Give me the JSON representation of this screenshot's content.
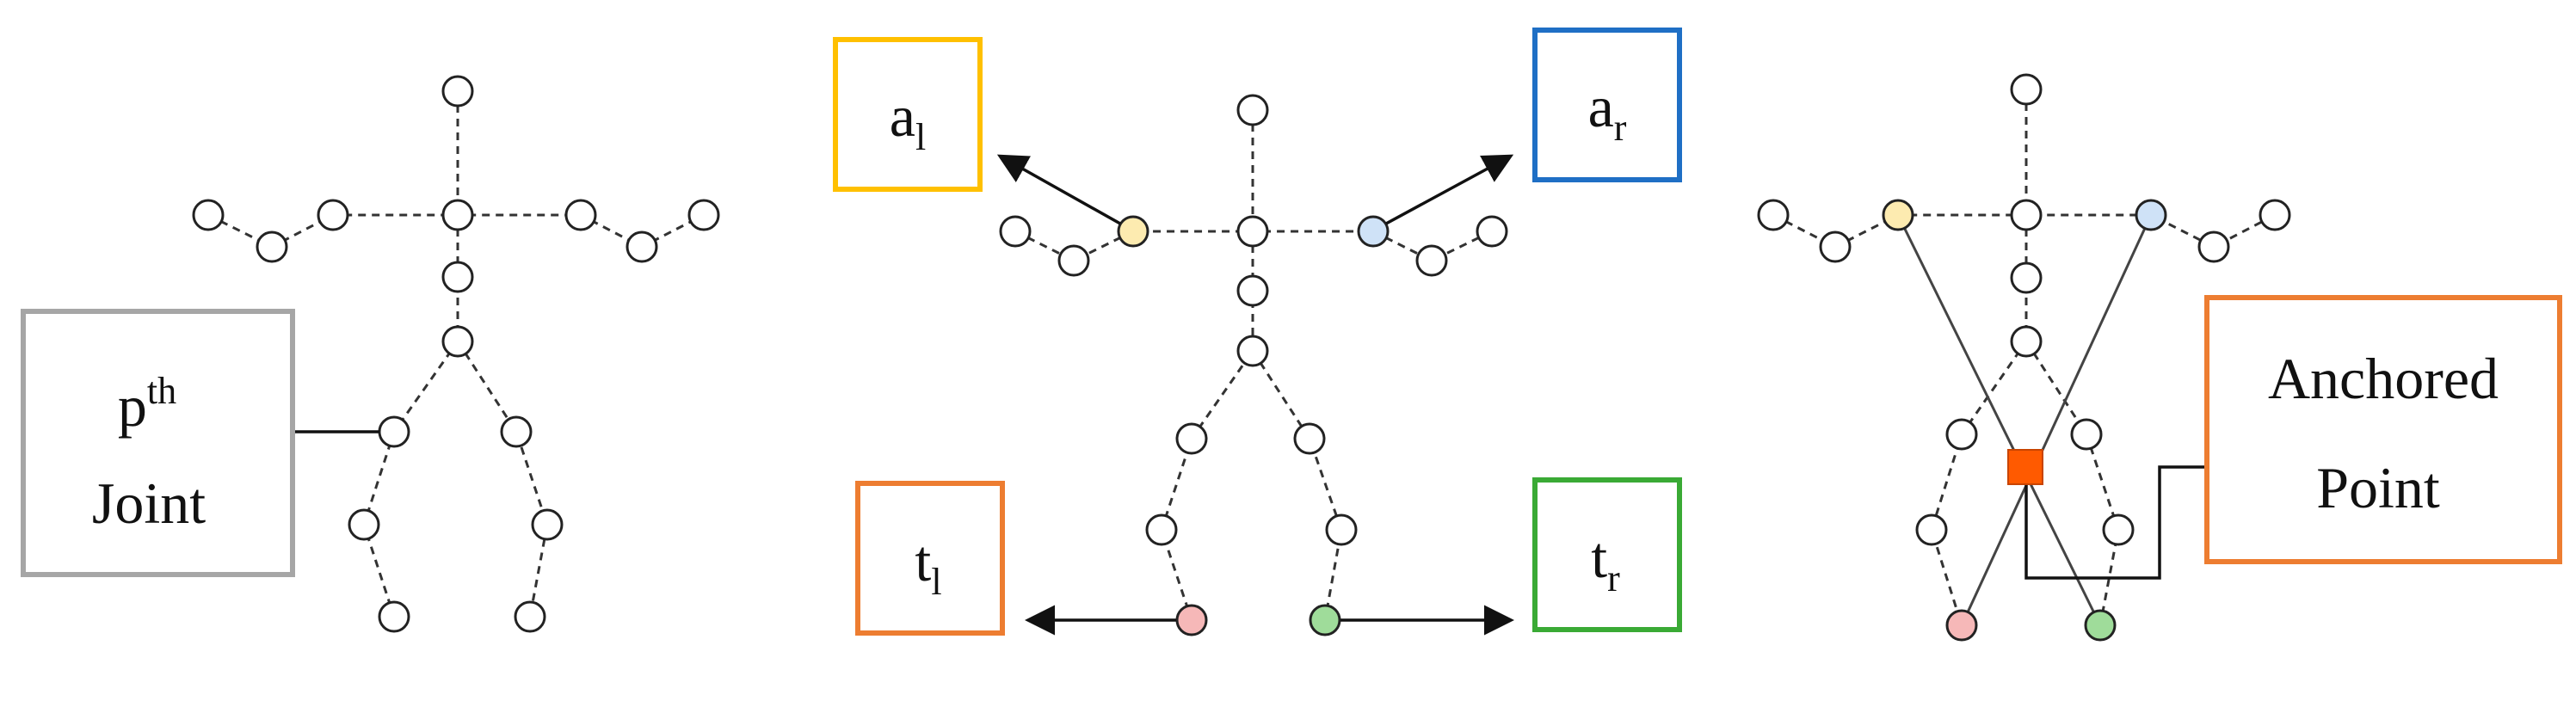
{
  "colors": {
    "joint_fill": "#ffffff",
    "yellow_joint": "#fdebb0",
    "blue_joint": "#cfe2f7",
    "red_joint": "#f6b8b8",
    "green_joint": "#9fdc9a",
    "anchor": "#ff5a00",
    "box_gray": "#a6a6a6",
    "box_yellow": "#ffc000",
    "box_blue": "#1f6fc5",
    "box_orange": "#ed7d31",
    "box_green": "#3aaa35"
  },
  "labels": {
    "joint_base": "p",
    "joint_sup": "th",
    "joint_word": "Joint",
    "al_base": "a",
    "al_sub": "l",
    "ar_base": "a",
    "ar_sub": "r",
    "tl_base": "t",
    "tl_sub": "l",
    "tr_base": "t",
    "tr_sub": "r",
    "anchored_line1": "Anchored",
    "anchored_line2": "Point"
  }
}
